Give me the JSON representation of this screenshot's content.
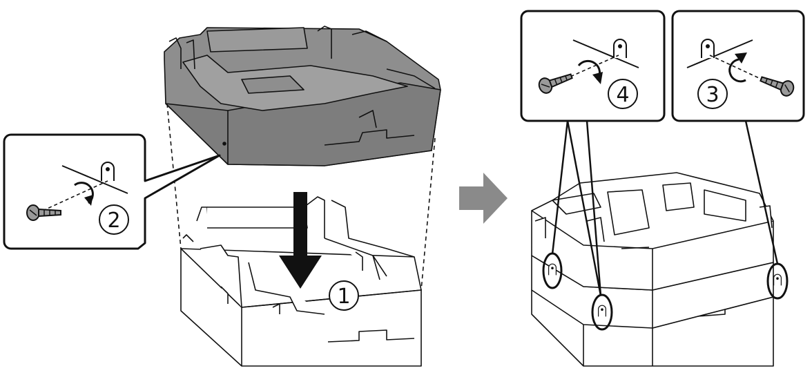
{
  "steps": {
    "insert": "1",
    "screw_front": "2",
    "screw_back_right": "3",
    "screw_back_left": "4"
  },
  "icons": {
    "arrow_down": "down-arrow-icon",
    "arrow_right": "right-arrow-icon",
    "screw": "screw-icon",
    "rotate": "rotate-arrow-icon"
  },
  "colors": {
    "upper_unit_fill": "#8e8e8e",
    "line": "#111111",
    "arrow_right_fill": "#8a8a8a",
    "background": "#ffffff"
  }
}
